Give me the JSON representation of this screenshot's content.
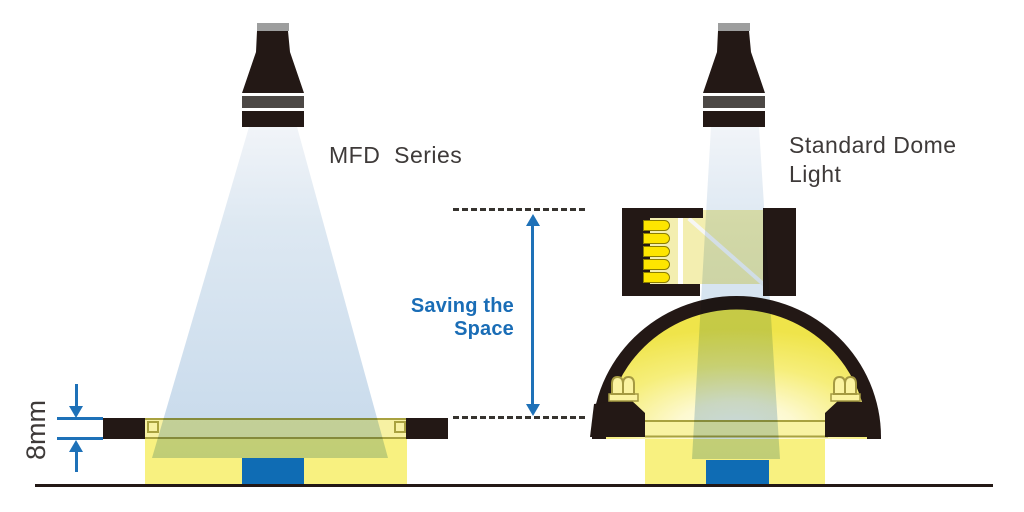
{
  "left_diagram": {
    "label": "MFD  Series",
    "dimension_label": "8mm"
  },
  "right_diagram": {
    "label": "Standard Dome Light"
  },
  "annotation": {
    "space_label": "Saving the Space"
  },
  "colors": {
    "annotation_blue": "#1e71b8",
    "label_gray": "#3e3a39",
    "ink_black": "#231815",
    "glow_yellow": "#f8f180",
    "beam_blue": "#c6d9eb",
    "object_blue": "#0f6cb4",
    "led_yellow": "#fde500",
    "outline_olive": "#a9a240"
  }
}
